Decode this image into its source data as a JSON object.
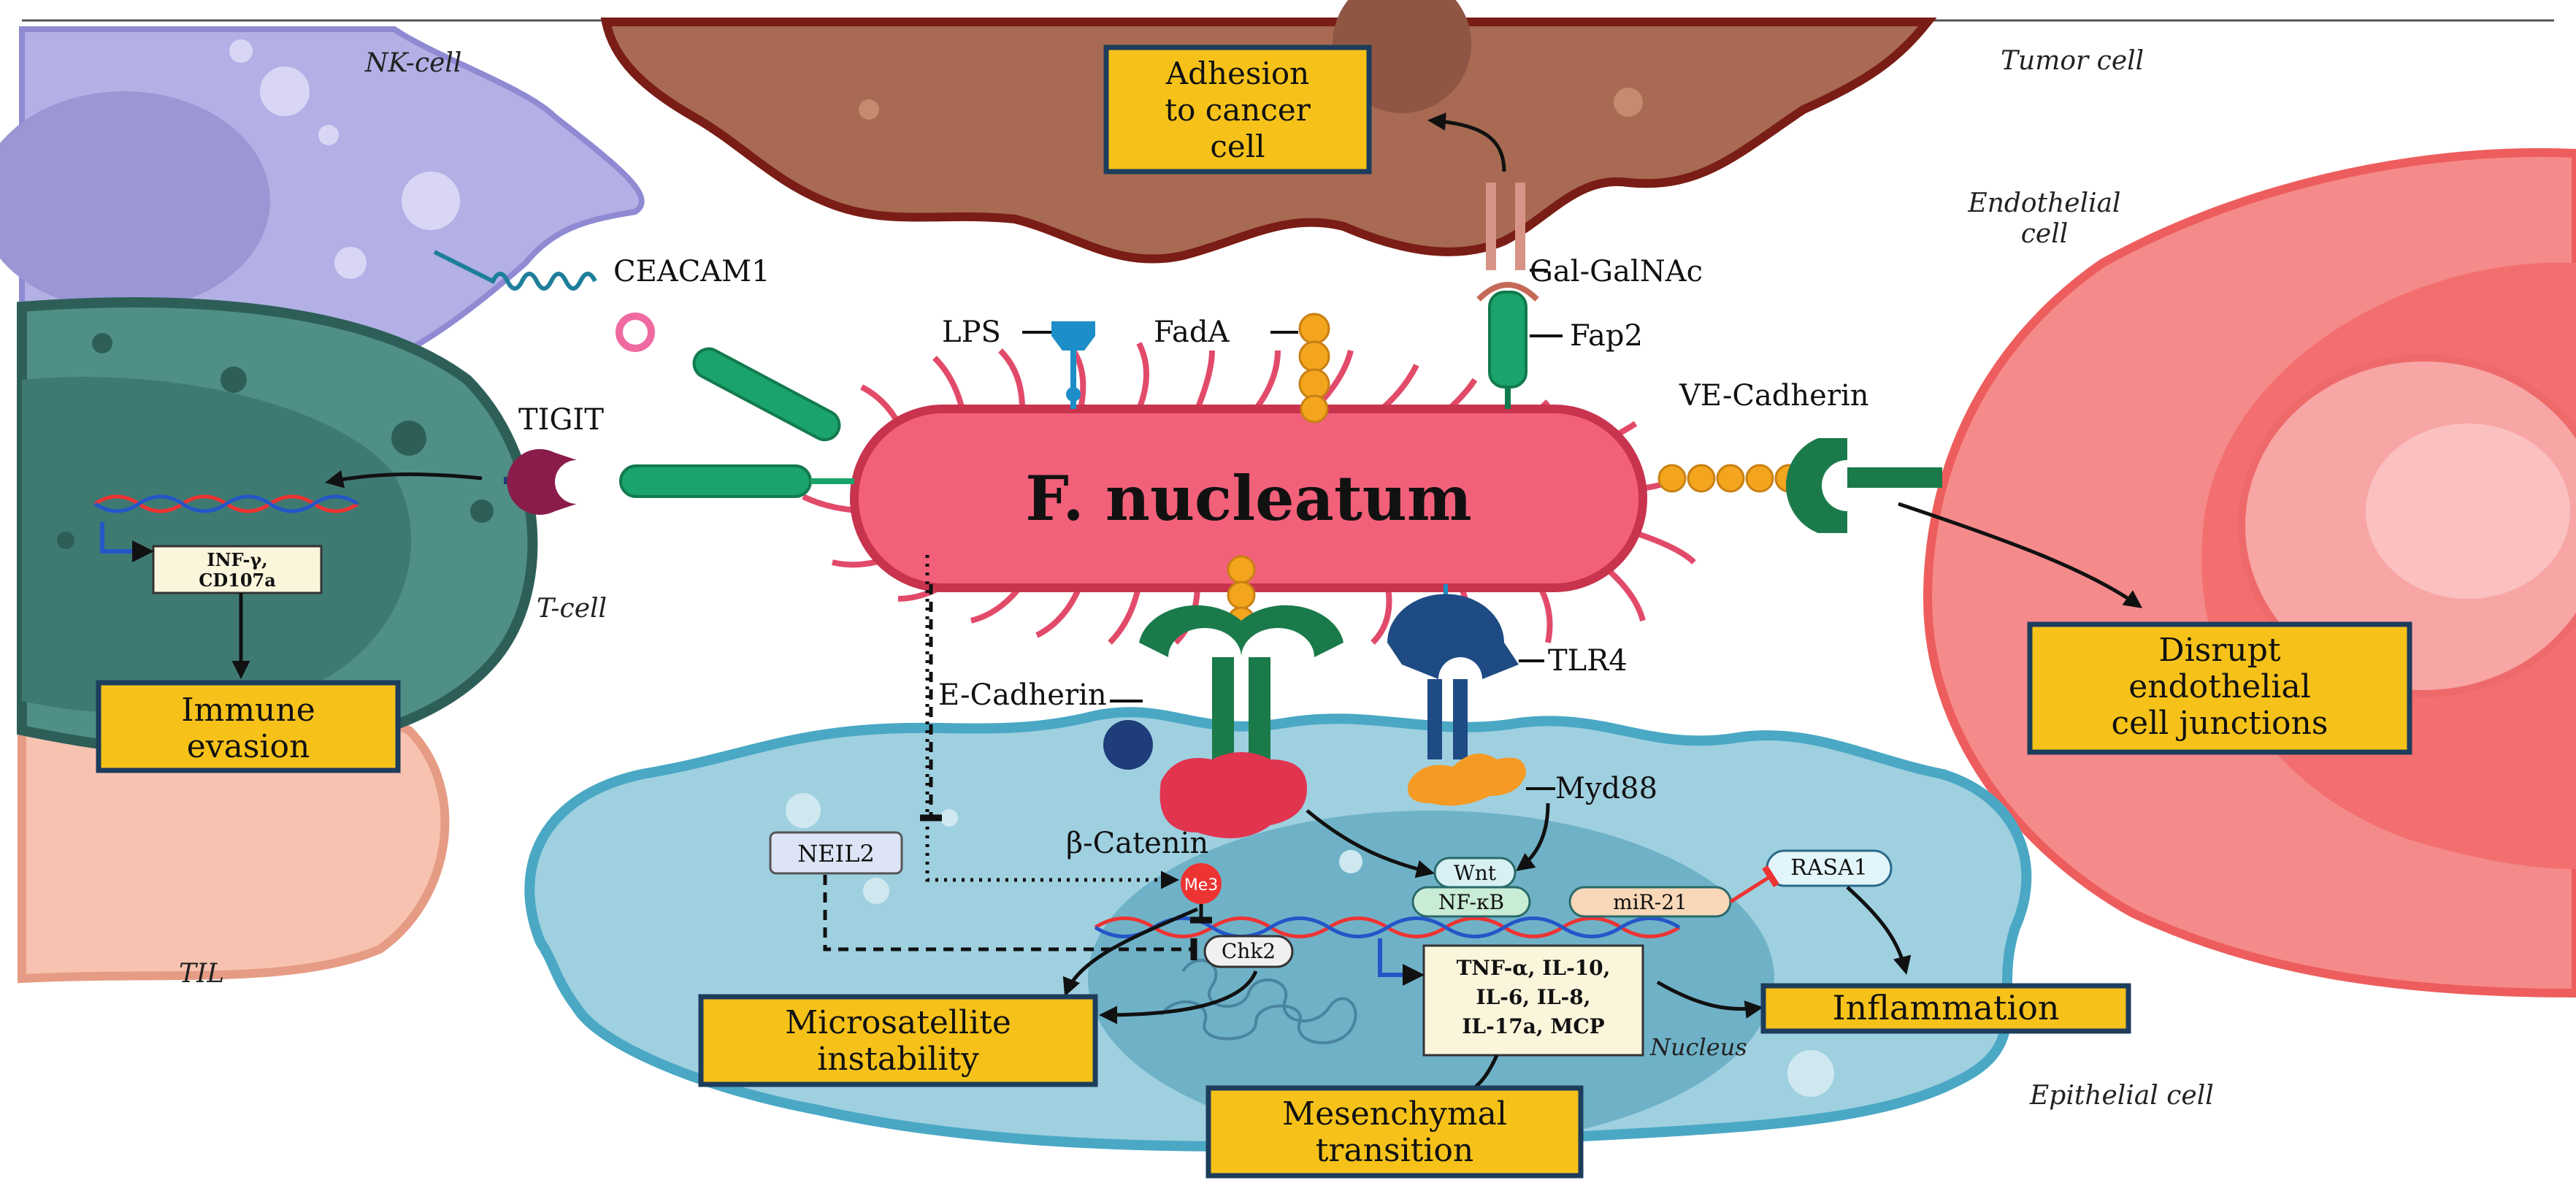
{
  "cells": {
    "nk": "NK-cell",
    "tumor": "Tumor cell",
    "endothelial": "Endothelial cell",
    "tcell": "T-cell",
    "til": "TIL",
    "epithelial": "Epithelial cell",
    "nucleus": "Nucleus"
  },
  "bacterium": "F. nucleatum",
  "molecules": {
    "ceacam1": "CEACAM1",
    "tigit": "TIGIT",
    "lps": "LPS",
    "fada": "FadA",
    "galgalnac": "Gal-GalNAc",
    "fap2": "Fap2",
    "vecadherin": "VE-Cadherin",
    "ecadherin": "E-Cadherin",
    "tlr4": "TLR4",
    "myd88": "Myd88",
    "bcatenin": "β-Catenin",
    "neil2": "NEIL2",
    "me3": "Me3",
    "chk2": "Chk2",
    "wnt": "Wnt",
    "nfkb": "NF-κB",
    "mir21": "miR-21",
    "rasa1": "RASA1",
    "infg_line1": "INF-γ,",
    "infg_line2": "CD107a",
    "cytokines_line1": "TNF-α, IL-10,",
    "cytokines_line2": "IL-6, IL-8,",
    "cytokines_line3": "IL-17a, MCP"
  },
  "outcomes": {
    "adhesion": [
      "Adhesion",
      "to cancer",
      "cell"
    ],
    "immune": [
      "Immune",
      "evasion"
    ],
    "disrupt": [
      "Disrupt",
      "endothelial",
      "cell junctions"
    ],
    "msi": [
      "Microsatellite",
      "instability"
    ],
    "inflammation": [
      "Inflammation"
    ],
    "mesenchymal": [
      "Mesenchymal",
      "transition"
    ]
  },
  "colors": {
    "bacterium": "#f2607a",
    "tumor": "#a86a52",
    "nk": "#b3b0e6",
    "tcell": "#4f8f86",
    "endothelial": "#f58a8a",
    "epithelial": "#9fd0e0",
    "box": "#f6c21a"
  }
}
